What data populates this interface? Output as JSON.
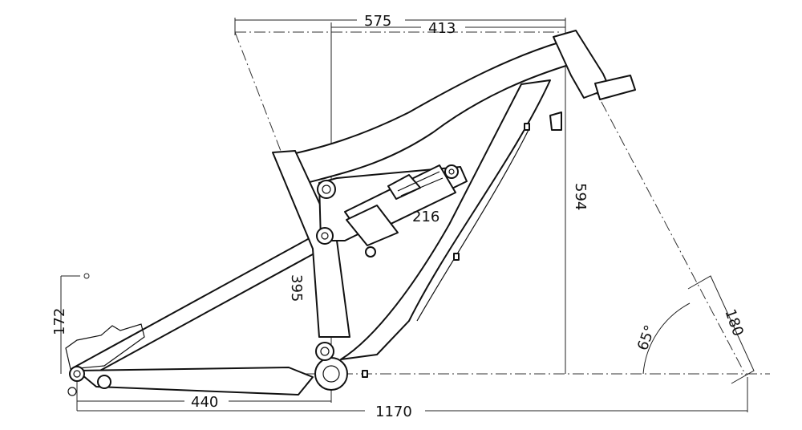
{
  "dimensions": {
    "top_length": "575",
    "reach": "413",
    "stack": "594",
    "shock_length": "216",
    "seat_tube": "395",
    "bb_drop": "172",
    "chainstay": "440",
    "wheelbase": "1170",
    "head_tube": "180",
    "head_angle": "65°"
  }
}
